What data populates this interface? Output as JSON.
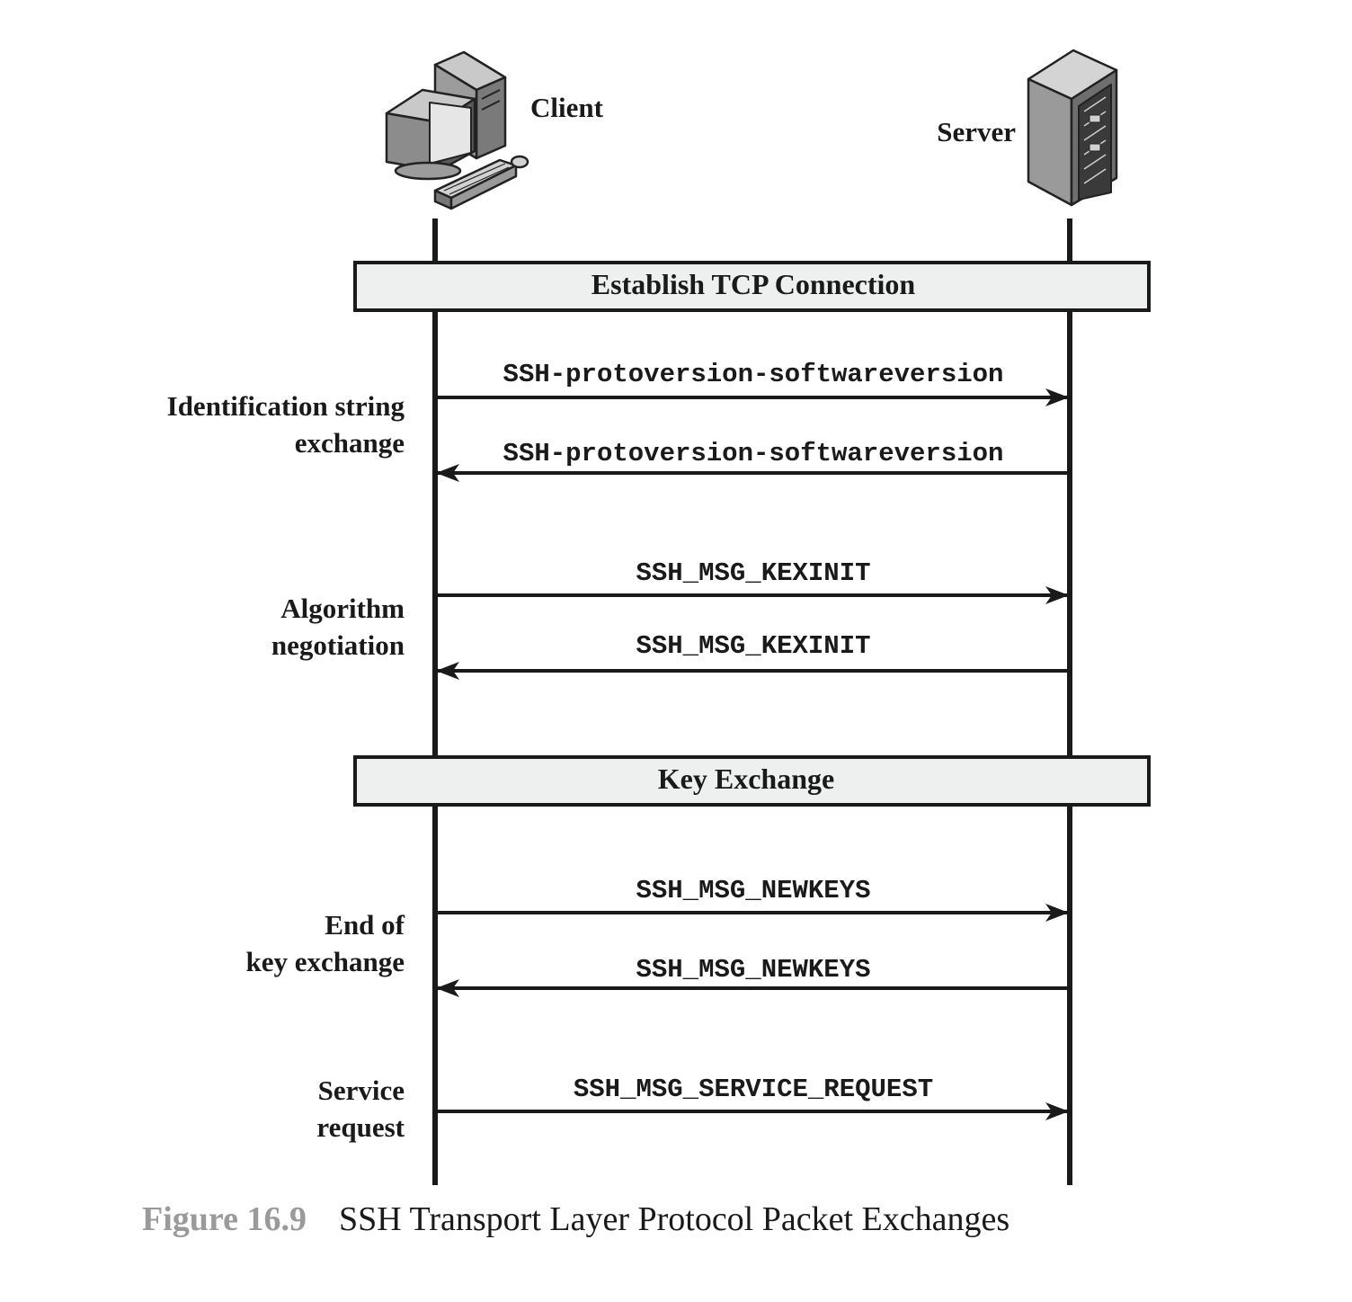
{
  "actors": {
    "client": {
      "label": "Client",
      "icon": "desktop-computer-icon"
    },
    "server": {
      "label": "Server",
      "icon": "server-tower-icon"
    }
  },
  "phases": {
    "tcp": "Establish TCP Connection",
    "kex": "Key Exchange"
  },
  "groups": {
    "identification": [
      "Identification string",
      "exchange"
    ],
    "algorithm": [
      "Algorithm",
      "negotiation"
    ],
    "end_kex": [
      "End of",
      "key exchange"
    ],
    "service": [
      "Service",
      "request"
    ]
  },
  "messages": [
    {
      "label": "SSH-protoversion-softwareversion",
      "direction": "client-to-server"
    },
    {
      "label": "SSH-protoversion-softwareversion",
      "direction": "server-to-client"
    },
    {
      "label": "SSH_MSG_KEXINIT",
      "direction": "client-to-server"
    },
    {
      "label": "SSH_MSG_KEXINIT",
      "direction": "server-to-client"
    },
    {
      "label": "SSH_MSG_NEWKEYS",
      "direction": "client-to-server"
    },
    {
      "label": "SSH_MSG_NEWKEYS",
      "direction": "server-to-client"
    },
    {
      "label": "SSH_MSG_SERVICE_REQUEST",
      "direction": "client-to-server"
    }
  ],
  "caption": {
    "number": "Figure 16.9",
    "title": "SSH Transport Layer Protocol Packet Exchanges"
  },
  "colors": {
    "line": "#1a1a1a",
    "phase_fill": "#eef0ef",
    "caption_number": "#9a9a9a"
  }
}
